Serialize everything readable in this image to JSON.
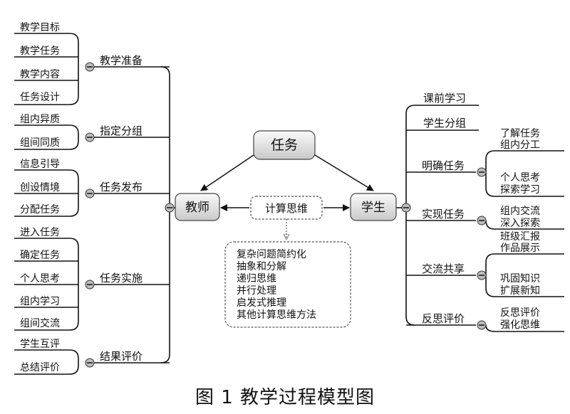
{
  "center": {
    "task": "任务",
    "teacher": "教师",
    "student": "学生",
    "ct": "计算思维",
    "ct_methods": [
      "复杂问题简约化",
      "抽象和分解",
      "递归思维",
      "并行处理",
      "启发式推理",
      "其他计算思维方法"
    ]
  },
  "teacher_branches": [
    {
      "label": "教学准备",
      "leaves": [
        "教学目标",
        "教学任务",
        "教学内容",
        "任务设计"
      ]
    },
    {
      "label": "指定分组",
      "leaves": [
        "组内异质",
        "组间同质"
      ]
    },
    {
      "label": "任务发布",
      "leaves": [
        "信息引导",
        "创设情境",
        "分配任务"
      ]
    },
    {
      "label": "任务实施",
      "leaves": [
        "进入任务",
        "确定任务",
        "个人思考",
        "组内学习",
        "组间交流"
      ]
    },
    {
      "label": "结果评价",
      "leaves": [
        "学生互评",
        "总结评价"
      ]
    }
  ],
  "student_branches": [
    {
      "label": "课前学习",
      "leaves": []
    },
    {
      "label": "学生分组",
      "leaves": []
    },
    {
      "label": "明确任务",
      "leaves": [
        [
          "了解任务",
          "组内分工"
        ],
        [
          "个人思考",
          "探索学习"
        ]
      ]
    },
    {
      "label": "实现任务",
      "leaves": [
        [
          "组内交流",
          "深入探索"
        ]
      ]
    },
    {
      "label": "交流共享",
      "leaves": [
        [
          "班级汇报",
          "作品展示"
        ],
        [
          "巩固知识",
          "扩展新知"
        ]
      ]
    },
    {
      "label": "反思评价",
      "leaves": [
        [
          "反思评价",
          "强化思维"
        ]
      ]
    }
  ],
  "caption": "图 1 教学过程模型图"
}
